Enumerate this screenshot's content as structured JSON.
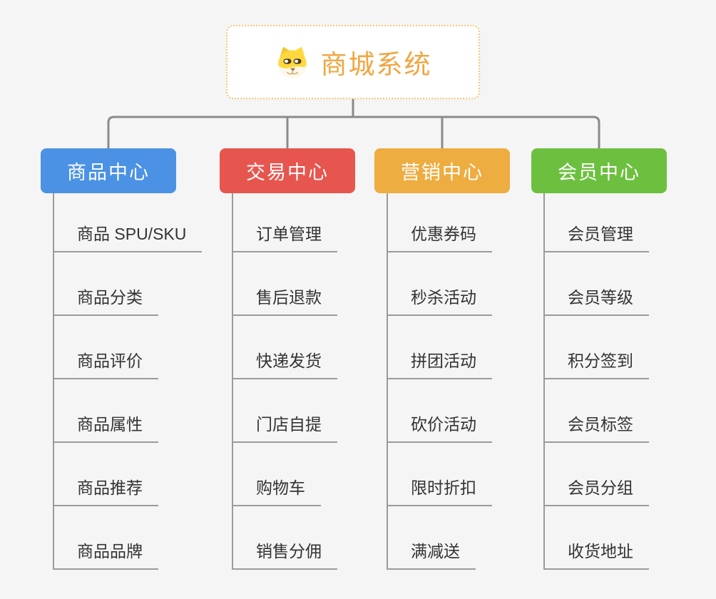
{
  "root": {
    "title": "商城系统",
    "icon": "dog-icon"
  },
  "branches": [
    {
      "id": "product",
      "label": "商品中心",
      "color": "#4b92e5",
      "children": [
        "商品 SPU/SKU",
        "商品分类",
        "商品评价",
        "商品属性",
        "商品推荐",
        "商品品牌"
      ]
    },
    {
      "id": "trade",
      "label": "交易中心",
      "color": "#e7564e",
      "children": [
        "订单管理",
        "售后退款",
        "快递发货",
        "门店自提",
        "购物车",
        "销售分佣"
      ]
    },
    {
      "id": "marketing",
      "label": "营销中心",
      "color": "#edad40",
      "children": [
        "优惠券码",
        "秒杀活动",
        "拼团活动",
        "砍价活动",
        "限时折扣",
        "满减送"
      ]
    },
    {
      "id": "member",
      "label": "会员中心",
      "color": "#6dc03f",
      "children": [
        "会员管理",
        "会员等级",
        "积分签到",
        "会员标签",
        "会员分组",
        "收货地址"
      ]
    }
  ],
  "colors": {
    "background": "#f5f5f5",
    "connector": "#8a8a8a",
    "underline": "#9b9b9b",
    "root_border": "#f7c87c",
    "root_text": "#f0a640",
    "child_text": "#333333"
  }
}
